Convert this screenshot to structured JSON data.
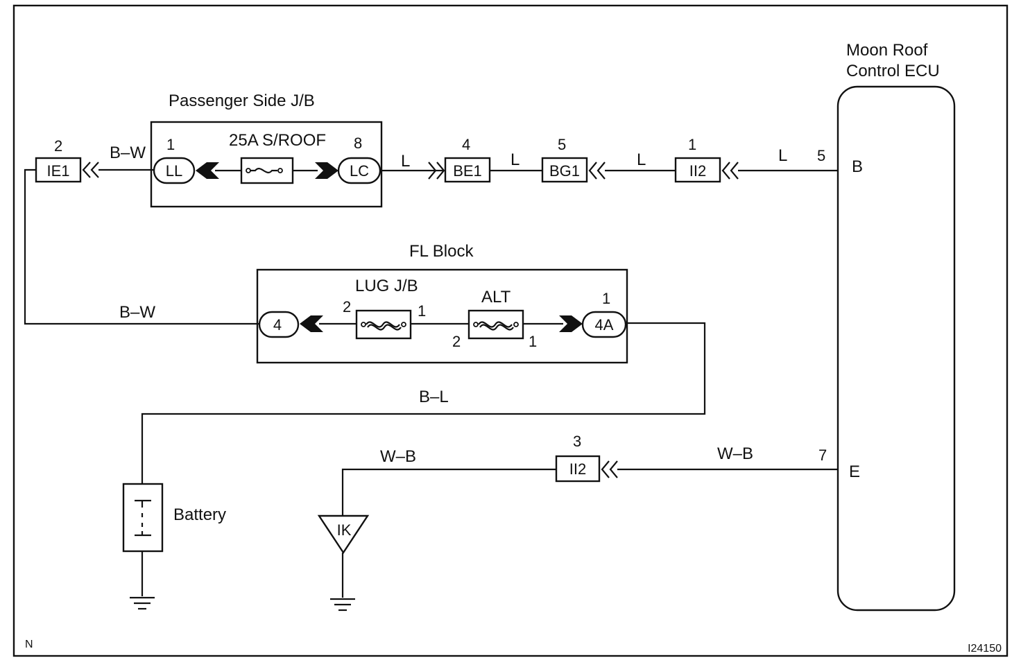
{
  "diagram": {
    "page_code": "N",
    "figure_id": "I24150",
    "ecu": {
      "title_line1": "Moon Roof",
      "title_line2": "Control ECU",
      "terminal_b": "B",
      "terminal_e": "E"
    },
    "passenger_jb": {
      "title": "Passenger Side J/B",
      "fuse": "25A S/ROOF",
      "left_conn": "LL",
      "right_conn": "LC",
      "left_pin": "1",
      "right_pin": "8"
    },
    "fl_block": {
      "title": "FL Block",
      "lug_fuse": "LUG J/B",
      "alt_fuse": "ALT",
      "left_conn": "4",
      "right_conn": "4A",
      "lug_pin_left": "2",
      "lug_pin_right": "1",
      "alt_pin_left": "2",
      "alt_pin_right": "1",
      "right_conn_pin": "1"
    },
    "connectors": {
      "ie1": {
        "label": "IE1",
        "pin": "2"
      },
      "be1": {
        "label": "BE1",
        "pin": "4"
      },
      "bg1": {
        "label": "BG1",
        "pin": "5"
      },
      "ii2_top": {
        "label": "II2",
        "pin": "1"
      },
      "ii2_bottom": {
        "label": "II2",
        "pin": "3"
      }
    },
    "ecu_pins": {
      "b": "5",
      "e": "7"
    },
    "wires": {
      "bw_top": "B–W",
      "bw_left": "B–W",
      "bl": "B–L",
      "l_1": "L",
      "l_2": "L",
      "l_3": "L",
      "l_4": "L",
      "wb_left": "W–B",
      "wb_right": "W–B"
    },
    "battery": "Battery",
    "ground_ik": "IK"
  }
}
